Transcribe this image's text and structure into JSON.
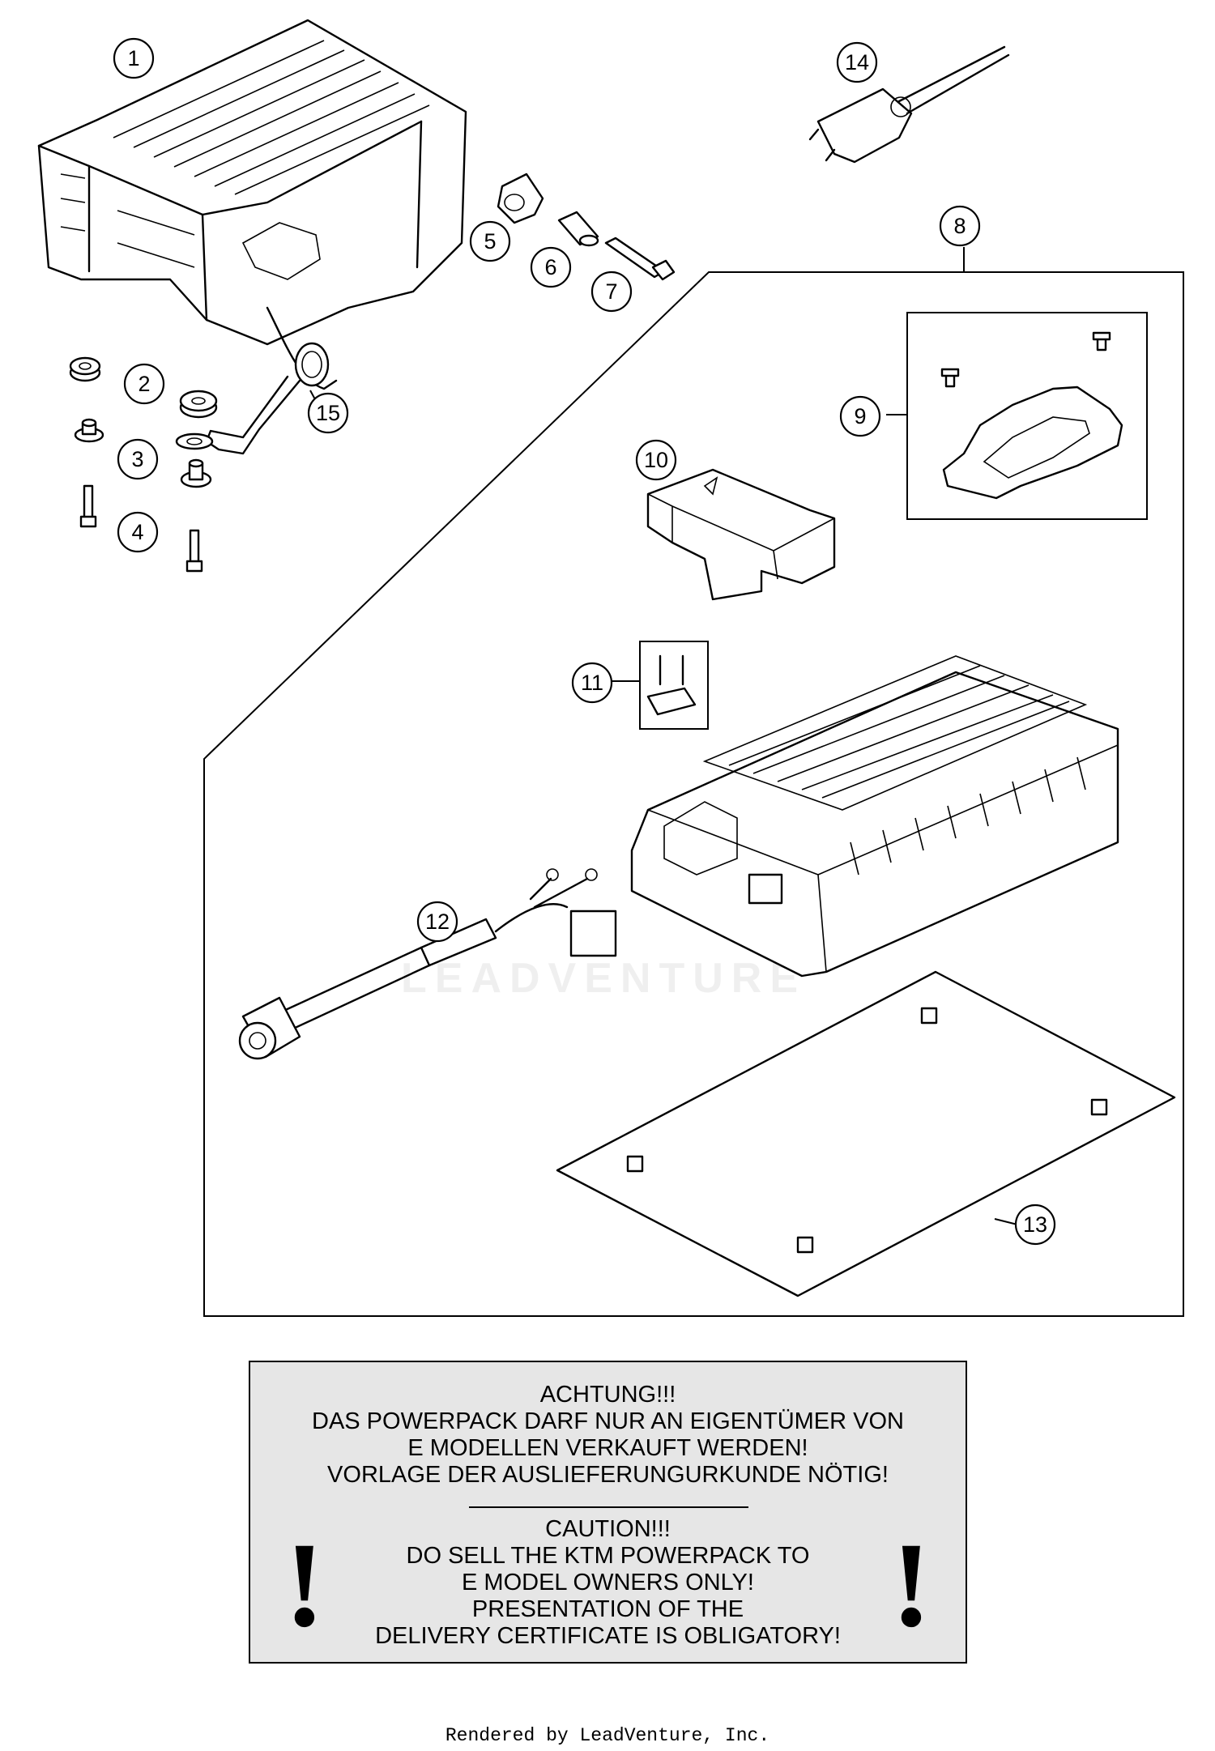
{
  "callouts": [
    {
      "number": "1"
    },
    {
      "number": "2"
    },
    {
      "number": "3"
    },
    {
      "number": "4"
    },
    {
      "number": "5"
    },
    {
      "number": "6"
    },
    {
      "number": "7"
    },
    {
      "number": "8"
    },
    {
      "number": "9"
    },
    {
      "number": "10"
    },
    {
      "number": "11"
    },
    {
      "number": "12"
    },
    {
      "number": "13"
    },
    {
      "number": "14"
    },
    {
      "number": "15"
    }
  ],
  "watermark": "LEADVENTURE",
  "warning": {
    "german_lines": [
      "ACHTUNG!!!",
      "DAS POWERPACK DARF NUR AN EIGENTÜMER VON",
      "E MODELLEN VERKAUFT WERDEN!",
      "VORLAGE DER AUSLIEFERUNGURKUNDE NÖTIG!"
    ],
    "english_lines": [
      "CAUTION!!!",
      "DO SELL THE KTM POWERPACK TO",
      "E MODEL OWNERS ONLY!",
      "PRESENTATION OF THE",
      "DELIVERY CERTIFICATE IS OBLIGATORY!"
    ],
    "exclamation": "!"
  },
  "footer": "Rendered by LeadVenture, Inc."
}
